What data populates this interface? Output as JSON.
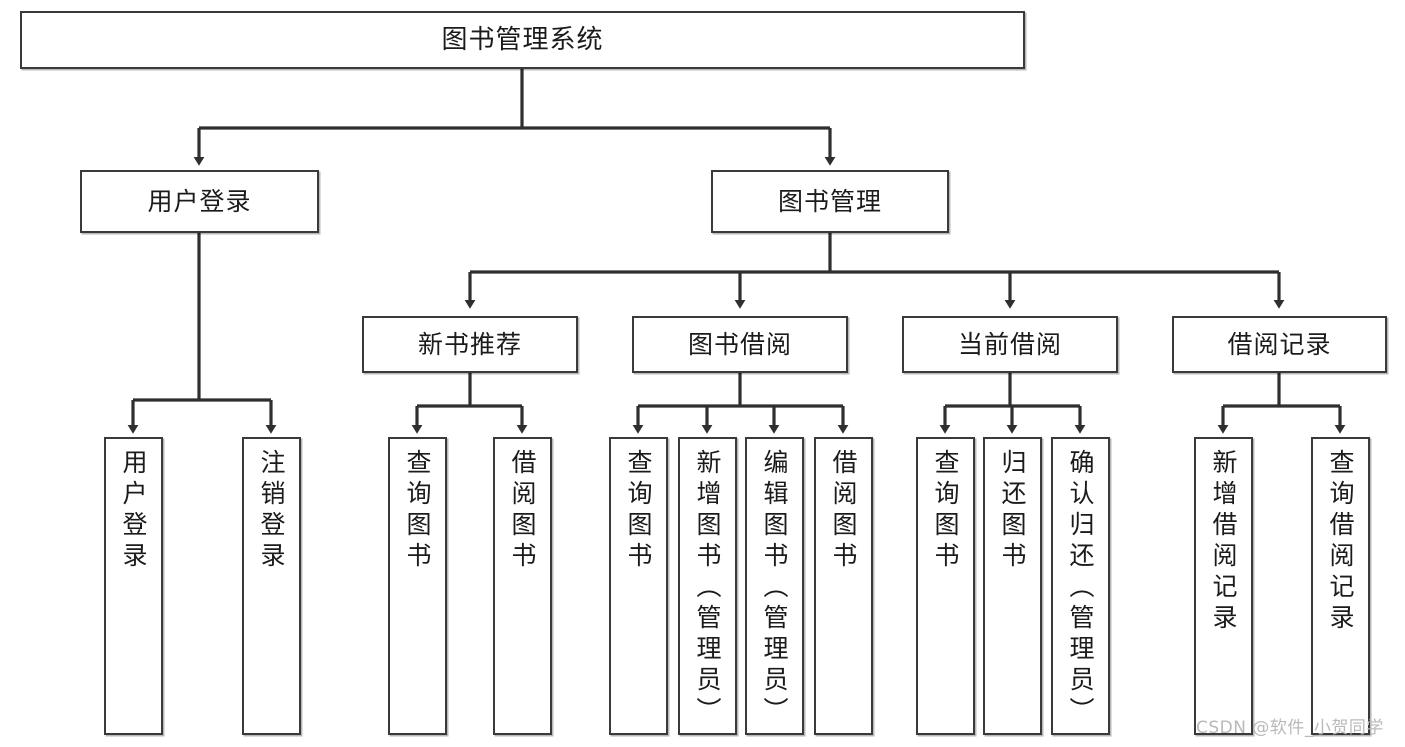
{
  "diagram": {
    "title": "图书管理系统",
    "type": "tree",
    "colors": {
      "box_border": "#3a3a3a",
      "box_fill": "#ffffff",
      "edge": "#2f2f2f",
      "text": "#1b1b1b",
      "watermark": "#b9b9b9",
      "background": "#ffffff"
    },
    "nodes": {
      "root": {
        "label": "图书管理系统",
        "level": 1,
        "orientation": "horizontal"
      },
      "user_login": {
        "label": "用户登录",
        "level": 2,
        "orientation": "horizontal"
      },
      "book_manage": {
        "label": "图书管理",
        "level": 2,
        "orientation": "horizontal"
      },
      "new_book_rec": {
        "label": "新书推荐",
        "level": 3,
        "orientation": "horizontal"
      },
      "book_borrow": {
        "label": "图书借阅",
        "level": 3,
        "orientation": "horizontal"
      },
      "current_borrow": {
        "label": "当前借阅",
        "level": 3,
        "orientation": "horizontal"
      },
      "borrow_record": {
        "label": "借阅记录",
        "level": 3,
        "orientation": "horizontal"
      },
      "leaf_user_login": {
        "label": "用户登录",
        "level": 3,
        "orientation": "vertical"
      },
      "leaf_logout": {
        "label": "注销登录",
        "level": 3,
        "orientation": "vertical"
      },
      "leaf_query_book_1": {
        "label": "查询图书",
        "level": 4,
        "orientation": "vertical"
      },
      "leaf_borrow_book_1": {
        "label": "借阅图书",
        "level": 4,
        "orientation": "vertical"
      },
      "leaf_query_book_2": {
        "label": "查询图书",
        "level": 4,
        "orientation": "vertical"
      },
      "leaf_add_book": {
        "label": "新增图书（管理员）",
        "level": 4,
        "orientation": "vertical"
      },
      "leaf_edit_book": {
        "label": "编辑图书（管理员）",
        "level": 4,
        "orientation": "vertical"
      },
      "leaf_borrow_book_2": {
        "label": "借阅图书",
        "level": 4,
        "orientation": "vertical"
      },
      "leaf_query_book_3": {
        "label": "查询图书",
        "level": 4,
        "orientation": "vertical"
      },
      "leaf_return_book": {
        "label": "归还图书",
        "level": 4,
        "orientation": "vertical"
      },
      "leaf_confirm_return": {
        "label": "确认归还（管理员）",
        "level": 4,
        "orientation": "vertical"
      },
      "leaf_add_record": {
        "label": "新增借阅记录",
        "level": 4,
        "orientation": "vertical"
      },
      "leaf_query_record": {
        "label": "查询借阅记录",
        "level": 4,
        "orientation": "vertical"
      }
    },
    "edges": [
      {
        "from": "root",
        "to": "user_login"
      },
      {
        "from": "root",
        "to": "book_manage"
      },
      {
        "from": "user_login",
        "to": "leaf_user_login"
      },
      {
        "from": "user_login",
        "to": "leaf_logout"
      },
      {
        "from": "book_manage",
        "to": "new_book_rec"
      },
      {
        "from": "book_manage",
        "to": "book_borrow"
      },
      {
        "from": "book_manage",
        "to": "current_borrow"
      },
      {
        "from": "book_manage",
        "to": "borrow_record"
      },
      {
        "from": "new_book_rec",
        "to": "leaf_query_book_1"
      },
      {
        "from": "new_book_rec",
        "to": "leaf_borrow_book_1"
      },
      {
        "from": "book_borrow",
        "to": "leaf_query_book_2"
      },
      {
        "from": "book_borrow",
        "to": "leaf_add_book"
      },
      {
        "from": "book_borrow",
        "to": "leaf_edit_book"
      },
      {
        "from": "book_borrow",
        "to": "leaf_borrow_book_2"
      },
      {
        "from": "current_borrow",
        "to": "leaf_query_book_3"
      },
      {
        "from": "current_borrow",
        "to": "leaf_return_book"
      },
      {
        "from": "current_borrow",
        "to": "leaf_confirm_return"
      },
      {
        "from": "borrow_record",
        "to": "leaf_add_record"
      },
      {
        "from": "borrow_record",
        "to": "leaf_query_record"
      }
    ]
  },
  "watermark": {
    "text": "CSDN @软件_小贺同学"
  }
}
